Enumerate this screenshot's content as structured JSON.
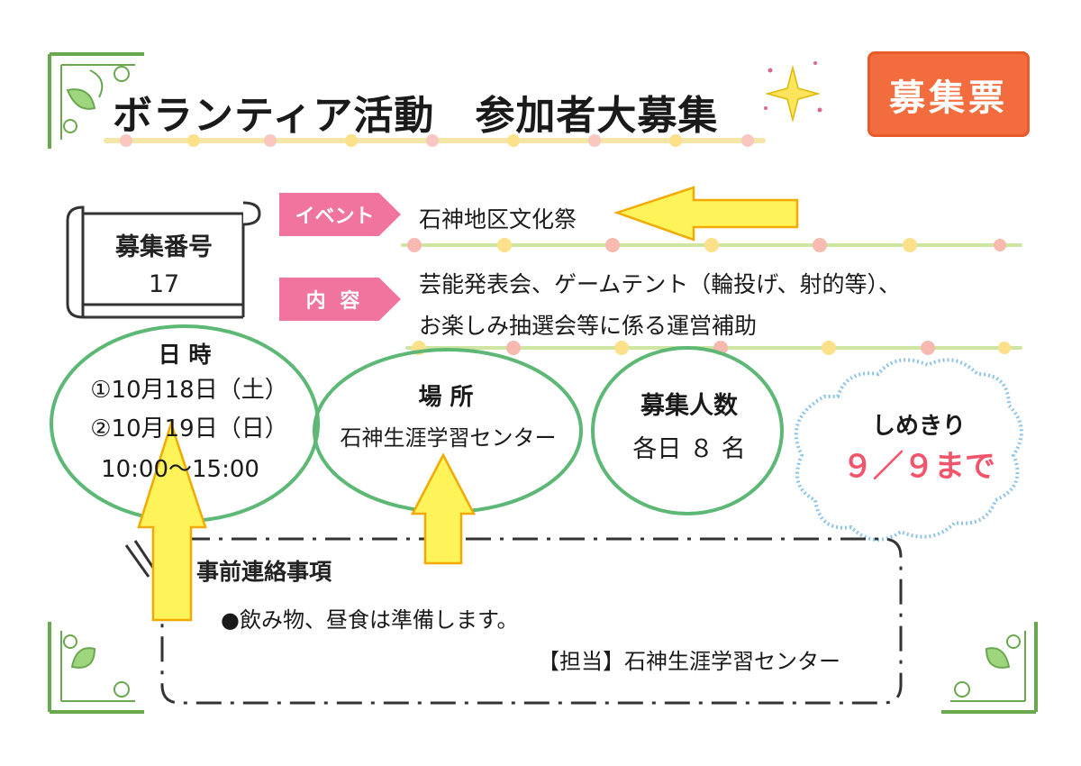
{
  "header": {
    "title": "ボランティア活動　参加者大募集",
    "badge": "募集票"
  },
  "recruit_number": {
    "label": "募集番号",
    "value": "17"
  },
  "event": {
    "tag": "イベント",
    "text": "石神地区文化祭"
  },
  "content": {
    "tag": "内 容",
    "line1": "芸能発表会、ゲームテント（輪投げ、射的等）、",
    "line2": "お楽しみ抽選会等に係る運営補助"
  },
  "datetime": {
    "label": "日 時",
    "date1": "①10月18日（土）",
    "date2": "②10月19日（日）",
    "time": "10:00～15:00"
  },
  "place": {
    "label": "場 所",
    "value": "石神生涯学習センター"
  },
  "capacity": {
    "label": "募集人数",
    "value": "各日 ８ 名"
  },
  "deadline": {
    "label": "しめきり",
    "value": "９／９まで"
  },
  "notes": {
    "heading": "事前連絡事項",
    "item": "●飲み物、昼食は準備します。",
    "contact": "【担当】石神生涯学習センター"
  },
  "colors": {
    "accent_orange": "#f36c3d",
    "tag_pink": "#f0749e",
    "circle_green": "#5cb874",
    "arrow_yellow": "#fff35a",
    "deadline_red": "#f2546b",
    "cloud_blue": "#8ec5e6"
  }
}
